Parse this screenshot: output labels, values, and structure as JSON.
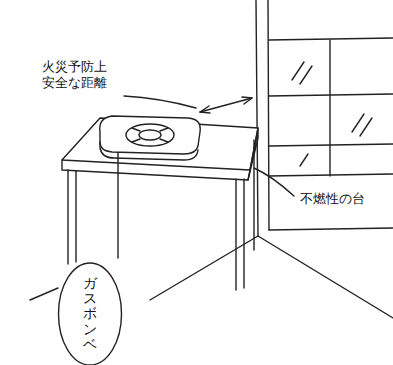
{
  "diagram": {
    "nodes": [
      {
        "text": [
          "ガスボンベ"
        ]
      }
    ],
    "labels": [
      "火災予防上 安全な距離",
      "不燃性の台"
    ]
  }
}
